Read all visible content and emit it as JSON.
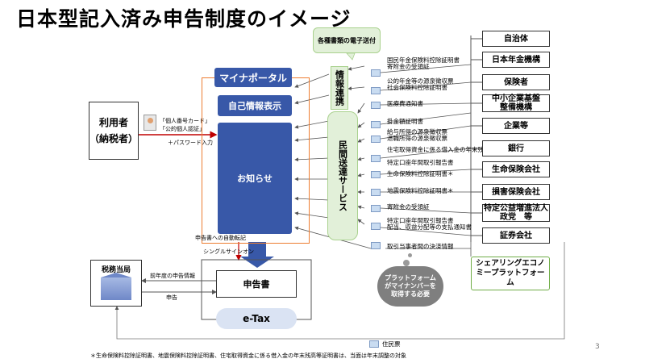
{
  "title": "日本型記入済み申告制度のイメージ",
  "callout": "各種書類の電子送付",
  "user": {
    "line1": "利用者",
    "line2": "（納税者）"
  },
  "card_lines": [
    "「個人番号カード」",
    "「公的個人認証」"
  ],
  "password": "＋パスワード入力",
  "portal": {
    "name": "マイナポータル",
    "self_info": "自己情報表示",
    "notice": "お知らせ"
  },
  "info_link": "情報連携",
  "private_service": "民間送達サービス",
  "auto_post": "申告書への自動転記",
  "single_sign_on": "シングルサインオン",
  "tax_office": "税務当局",
  "prev_year": "前年度の申告情報",
  "filing": "申告",
  "return_form": "申告書",
  "etax": "e-Tax",
  "platform_note": "プラットフォームがマイナンバーを取得する必要",
  "sharing_economy": "シェアリングエコノミープラットフォーム",
  "resident_tax": "住民票",
  "page_number": "3",
  "footnote": "＊生命保険料控除証明書、地震保険料控除証明書、住宅取得資金に係る借入金の年末残高等証明書は、当面は年末調整の対象",
  "documents": [
    "国民年金保険料控除証明書",
    "寄附金の受領証",
    "公的年金等の源泉徴収票",
    "社会保険料控除証明書",
    "医療費通知書",
    "掛金額証明書",
    "給与所得の源泉徴収票",
    "退職所得の源泉徴収票",
    "住宅取得資金に係る借入金の年末残高等証明書＊",
    "特定口座年間取引報告書",
    "生命保険料控除証明書＊",
    "地震保険料控除証明書＊",
    "寄附金の受領証",
    "特定口座年間取引報告書",
    "配当、収益分配等の支払通知書",
    "取引当事者間の決済情報"
  ],
  "entities": [
    "自治体",
    "日本年金機構",
    "保険者",
    "中小企業基盤整備機構",
    "企業等",
    "銀行",
    "生命保険会社",
    "損害保険会社",
    "特定公益増進法人政党　等",
    "証券会社"
  ],
  "colors": {
    "portal_blue": "#3858a8",
    "frame_orange": "#ed7d31",
    "service_green": "#e2f0d9",
    "callout_green": "#a9d18e",
    "doc_blue": "#c9dcf1",
    "auto_arrow_red": "#c00000"
  }
}
